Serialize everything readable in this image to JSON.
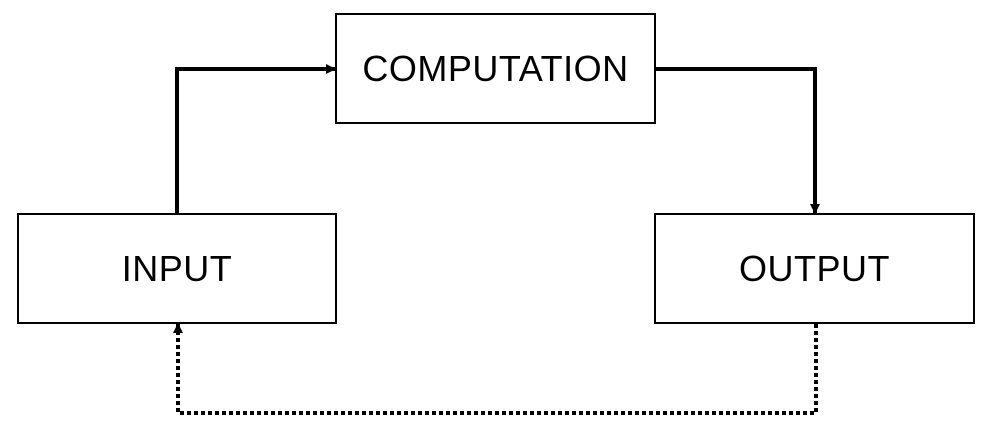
{
  "diagram": {
    "nodes": {
      "computation": "COMPUTATION",
      "input": "INPUT",
      "output": "OUTPUT"
    },
    "edges": [
      {
        "from": "INPUT",
        "to": "COMPUTATION",
        "style": "solid"
      },
      {
        "from": "COMPUTATION",
        "to": "OUTPUT",
        "style": "solid"
      },
      {
        "from": "OUTPUT",
        "to": "INPUT",
        "style": "dotted"
      }
    ],
    "colors": {
      "stroke": "#000000",
      "background": "#ffffff"
    }
  }
}
